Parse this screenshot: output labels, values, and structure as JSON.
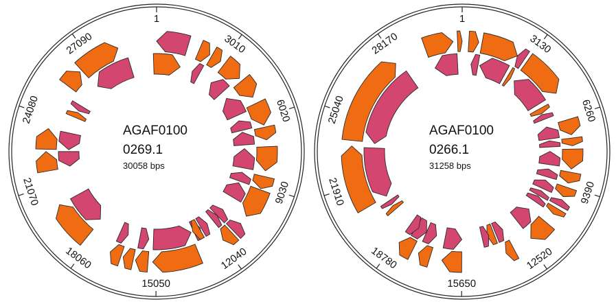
{
  "colors": {
    "strand_outer": "#ef6c12",
    "strand_inner": "#d2466f",
    "ring": "#222222"
  },
  "plasmids": [
    {
      "id_line1": "AGAF0100",
      "id_line2": "0269.1",
      "size_label": "30058 bps",
      "length": 30058,
      "ticks": [
        1,
        3010,
        6020,
        9030,
        12040,
        15050,
        18060,
        21070,
        24080,
        27090
      ],
      "genes": [
        {
          "start": 30058,
          "end": 1380,
          "strand": "inner",
          "level": "outer"
        },
        {
          "start": 29900,
          "end": 1300,
          "strand": "outer",
          "level": "inner"
        },
        {
          "start": 1900,
          "end": 2400,
          "strand": "outer",
          "level": "outer"
        },
        {
          "start": 2500,
          "end": 2950,
          "strand": "outer",
          "level": "outer"
        },
        {
          "start": 2000,
          "end": 2400,
          "strand": "inner",
          "level": "inner"
        },
        {
          "start": 3150,
          "end": 4050,
          "strand": "outer",
          "level": "outer"
        },
        {
          "start": 3200,
          "end": 4000,
          "strand": "inner",
          "level": "inner"
        },
        {
          "start": 4200,
          "end": 5050,
          "strand": "outer",
          "level": "outer"
        },
        {
          "start": 4400,
          "end": 5500,
          "strand": "inner",
          "level": "inner"
        },
        {
          "start": 5350,
          "end": 6350,
          "strand": "outer",
          "level": "outer"
        },
        {
          "start": 5800,
          "end": 6350,
          "strand": "inner",
          "level": "inner"
        },
        {
          "start": 6450,
          "end": 7150,
          "strand": "inner",
          "level": "inner"
        },
        {
          "start": 6450,
          "end": 7000,
          "strand": "outer",
          "level": "outer"
        },
        {
          "start": 7300,
          "end": 8350,
          "strand": "outer",
          "level": "outer"
        },
        {
          "start": 7350,
          "end": 8400,
          "strand": "inner",
          "level": "inner"
        },
        {
          "start": 8650,
          "end": 9150,
          "strand": "inner",
          "level": "inner"
        },
        {
          "start": 8600,
          "end": 9150,
          "strand": "outer",
          "level": "outer"
        },
        {
          "start": 9200,
          "end": 10500,
          "strand": "outer",
          "level": "outer"
        },
        {
          "start": 9250,
          "end": 10100,
          "strand": "inner",
          "level": "inner"
        },
        {
          "start": 10900,
          "end": 11350,
          "strand": "inner",
          "level": "outer"
        },
        {
          "start": 10950,
          "end": 11400,
          "strand": "inner",
          "level": "inner"
        },
        {
          "start": 11400,
          "end": 11750,
          "strand": "inner",
          "level": "inner"
        },
        {
          "start": 11450,
          "end": 11950,
          "strand": "outer",
          "level": "outer"
        },
        {
          "start": 12100,
          "end": 12500,
          "strand": "inner",
          "level": "inner"
        },
        {
          "start": 12550,
          "end": 12950,
          "strand": "inner",
          "level": "inner"
        },
        {
          "start": 12600,
          "end": 13000,
          "strand": "outer",
          "level": "inner"
        },
        {
          "start": 13150,
          "end": 15200,
          "strand": "outer",
          "level": "outer"
        },
        {
          "start": 13100,
          "end": 15200,
          "strand": "inner",
          "level": "inner"
        },
        {
          "start": 15400,
          "end": 15950,
          "strand": "outer",
          "level": "outer"
        },
        {
          "start": 15450,
          "end": 15950,
          "strand": "inner",
          "level": "inner"
        },
        {
          "start": 16050,
          "end": 16500,
          "strand": "outer",
          "level": "outer"
        },
        {
          "start": 16600,
          "end": 17100,
          "strand": "outer",
          "level": "outer"
        },
        {
          "start": 16600,
          "end": 17050,
          "strand": "inner",
          "level": "inner"
        },
        {
          "start": 18300,
          "end": 20150,
          "strand": "outer",
          "level": "outer"
        },
        {
          "start": 18350,
          "end": 20150,
          "strand": "inner",
          "level": "inner"
        },
        {
          "start": 21700,
          "end": 22550,
          "strand": "outer",
          "level": "outer"
        },
        {
          "start": 21750,
          "end": 22550,
          "strand": "inner",
          "level": "inner"
        },
        {
          "start": 22650,
          "end": 23550,
          "strand": "outer",
          "level": "outer"
        },
        {
          "start": 22650,
          "end": 23550,
          "strand": "inner",
          "level": "inner"
        },
        {
          "start": 24450,
          "end": 24750,
          "strand": "outer",
          "level": "inner"
        },
        {
          "start": 24850,
          "end": 25150,
          "strand": "inner",
          "level": "inner"
        },
        {
          "start": 25600,
          "end": 26400,
          "strand": "outer",
          "level": "outer"
        },
        {
          "start": 26500,
          "end": 28350,
          "strand": "outer",
          "level": "outer"
        },
        {
          "start": 26550,
          "end": 28650,
          "strand": "inner",
          "level": "inner"
        }
      ]
    },
    {
      "id_line1": "AGAF0100",
      "id_line2": "0266.1",
      "size_label": "31258 bps",
      "length": 31258,
      "ticks": [
        1,
        3130,
        6260,
        9390,
        12520,
        15650,
        18780,
        21910,
        25040,
        28170
      ],
      "genes": [
        {
          "start": 29550,
          "end": 30850,
          "strand": "outer",
          "level": "outer"
        },
        {
          "start": 29700,
          "end": 31000,
          "strand": "inner",
          "level": "inner"
        },
        {
          "start": 31050,
          "end": 31258,
          "strand": "outer",
          "level": "outer"
        },
        {
          "start": 300,
          "end": 750,
          "strand": "outer",
          "level": "outer"
        },
        {
          "start": 500,
          "end": 900,
          "strand": "inner",
          "level": "inner"
        },
        {
          "start": 900,
          "end": 2600,
          "strand": "outer",
          "level": "outer"
        },
        {
          "start": 1000,
          "end": 2500,
          "strand": "inner",
          "level": "inner"
        },
        {
          "start": 2600,
          "end": 2950,
          "strand": "inner",
          "level": "outer"
        },
        {
          "start": 2700,
          "end": 2900,
          "strand": "outer",
          "level": "inner"
        },
        {
          "start": 3100,
          "end": 5050,
          "strand": "outer",
          "level": "outer"
        },
        {
          "start": 3150,
          "end": 5050,
          "strand": "inner",
          "level": "inner"
        },
        {
          "start": 5300,
          "end": 5600,
          "strand": "outer",
          "level": "inner"
        },
        {
          "start": 5650,
          "end": 5950,
          "strand": "inner",
          "level": "inner"
        },
        {
          "start": 6350,
          "end": 7050,
          "strand": "outer",
          "level": "outer"
        },
        {
          "start": 6400,
          "end": 7100,
          "strand": "inner",
          "level": "inner"
        },
        {
          "start": 7200,
          "end": 7550,
          "strand": "inner",
          "level": "inner"
        },
        {
          "start": 7200,
          "end": 7550,
          "strand": "outer",
          "level": "outer"
        },
        {
          "start": 7700,
          "end": 8600,
          "strand": "outer",
          "level": "outer"
        },
        {
          "start": 7800,
          "end": 8550,
          "strand": "inner",
          "level": "inner"
        },
        {
          "start": 8800,
          "end": 9250,
          "strand": "inner",
          "level": "inner"
        },
        {
          "start": 8750,
          "end": 9250,
          "strand": "outer",
          "level": "outer"
        },
        {
          "start": 9450,
          "end": 9900,
          "strand": "outer",
          "level": "outer"
        },
        {
          "start": 9450,
          "end": 9950,
          "strand": "inner",
          "level": "inner"
        },
        {
          "start": 10050,
          "end": 10350,
          "strand": "inner",
          "level": "outer"
        },
        {
          "start": 10100,
          "end": 10400,
          "strand": "inner",
          "level": "inner"
        },
        {
          "start": 10450,
          "end": 10800,
          "strand": "inner",
          "level": "inner"
        },
        {
          "start": 10500,
          "end": 10800,
          "strand": "outer",
          "level": "outer"
        },
        {
          "start": 11300,
          "end": 12300,
          "strand": "outer",
          "level": "outer"
        },
        {
          "start": 11350,
          "end": 12300,
          "strand": "inner",
          "level": "inner"
        },
        {
          "start": 13200,
          "end": 13600,
          "strand": "outer",
          "level": "outer"
        },
        {
          "start": 13250,
          "end": 13700,
          "strand": "inner",
          "level": "inner"
        },
        {
          "start": 13800,
          "end": 14200,
          "strand": "outer",
          "level": "inner"
        },
        {
          "start": 14100,
          "end": 14500,
          "strand": "inner",
          "level": "inner"
        },
        {
          "start": 15650,
          "end": 16550,
          "strand": "outer",
          "level": "outer"
        },
        {
          "start": 15650,
          "end": 16600,
          "strand": "inner",
          "level": "inner"
        },
        {
          "start": 17100,
          "end": 17650,
          "strand": "outer",
          "level": "outer"
        },
        {
          "start": 17100,
          "end": 17700,
          "strand": "inner",
          "level": "inner"
        },
        {
          "start": 17700,
          "end": 18350,
          "strand": "inner",
          "level": "inner"
        },
        {
          "start": 17950,
          "end": 18650,
          "strand": "outer",
          "level": "outer"
        },
        {
          "start": 18200,
          "end": 18700,
          "strand": "inner",
          "level": "inner"
        },
        {
          "start": 19900,
          "end": 20150,
          "strand": "outer",
          "level": "inner"
        },
        {
          "start": 20250,
          "end": 20500,
          "strand": "inner",
          "level": "inner"
        },
        {
          "start": 20800,
          "end": 23700,
          "strand": "outer",
          "level": "outer"
        },
        {
          "start": 20800,
          "end": 23650,
          "strand": "inner",
          "level": "inner"
        },
        {
          "start": 23950,
          "end": 28050,
          "strand": "outer",
          "level": "outer"
        },
        {
          "start": 23900,
          "end": 28250,
          "strand": "inner",
          "level": "inner"
        }
      ]
    }
  ]
}
